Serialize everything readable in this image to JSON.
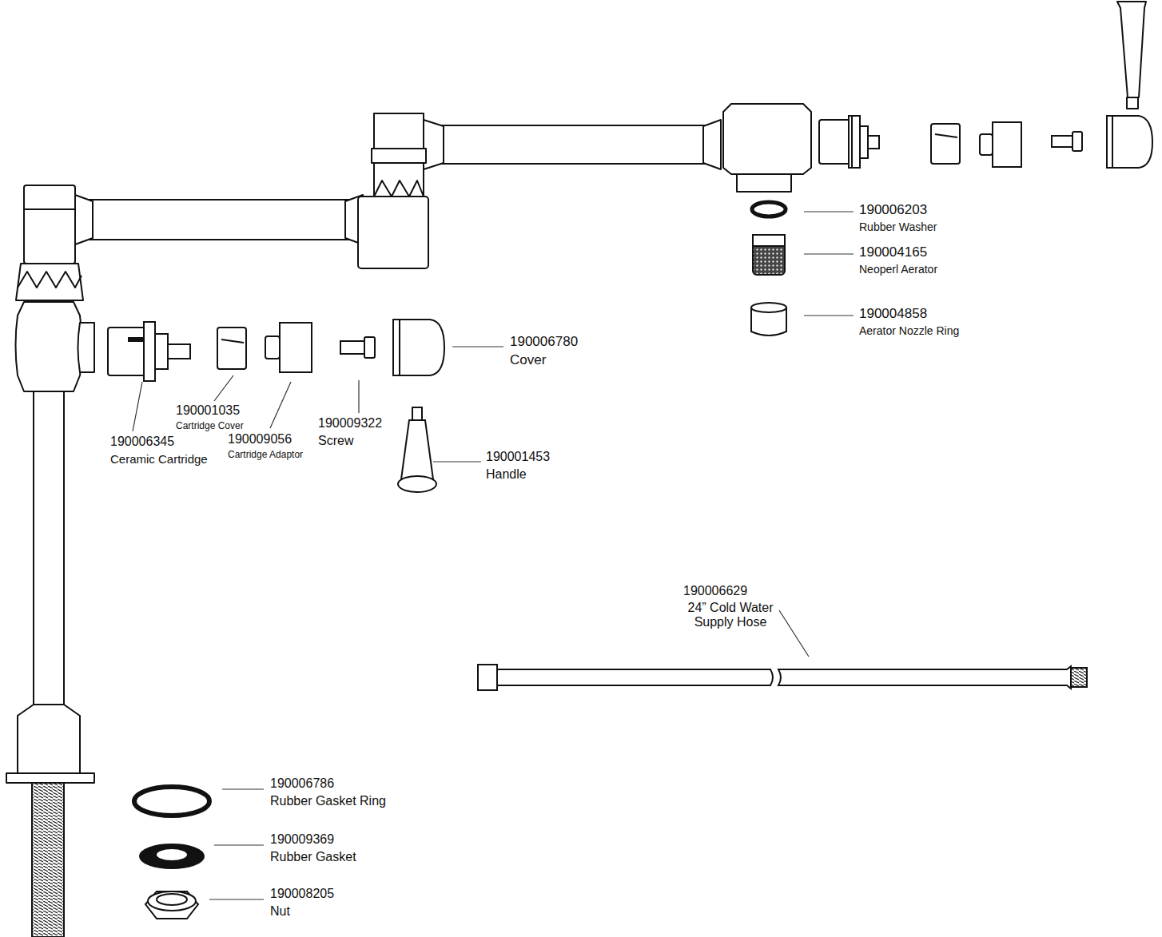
{
  "diagram": {
    "labels": [
      "190006203",
      "Rubber Washer",
      "190004165",
      "Neoperl Aerator",
      "190004858",
      "Aerator Nozzle Ring",
      "190006780",
      "Cover",
      "190006345",
      "Ceramic Cartridge",
      "190001035",
      "Cartridge Cover",
      "190009056",
      "Cartridge Adaptor",
      "190009322",
      "Screw",
      "190001453",
      "Handle",
      "190006629",
      "24” Cold Water Supply Hose",
      "190006786",
      "Rubber Gasket Ring",
      "190009369",
      "Rubber Gasket",
      "190008205",
      "Nut"
    ]
  }
}
